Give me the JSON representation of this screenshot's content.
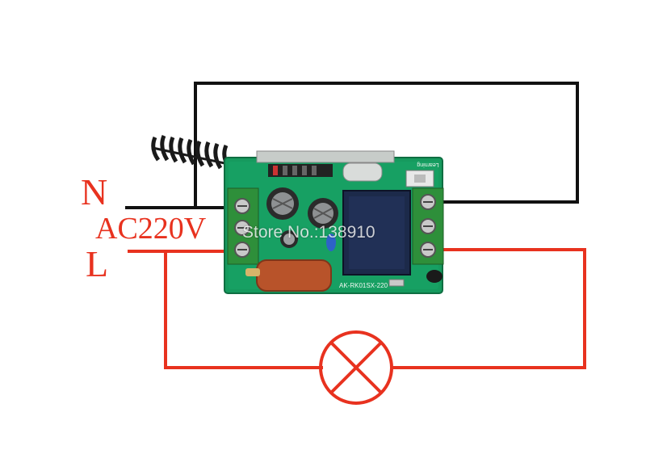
{
  "labels": {
    "neutral": "N",
    "voltage": "AC220V",
    "live": "L"
  },
  "board": {
    "model_text": "AK-RK01SX-220",
    "learning_label": "Learning",
    "watermark": "Store No.:138910"
  },
  "colors": {
    "neutral_wire": "#111111",
    "live_wire": "#e8321f",
    "pcb": "#169a5e",
    "terminal": "#2e8f3a",
    "relay": "#1c2a4a",
    "capacitor_x": "#b8532a"
  },
  "icons": {
    "lamp": "lamp-symbol-icon",
    "antenna": "coil-antenna-icon"
  }
}
